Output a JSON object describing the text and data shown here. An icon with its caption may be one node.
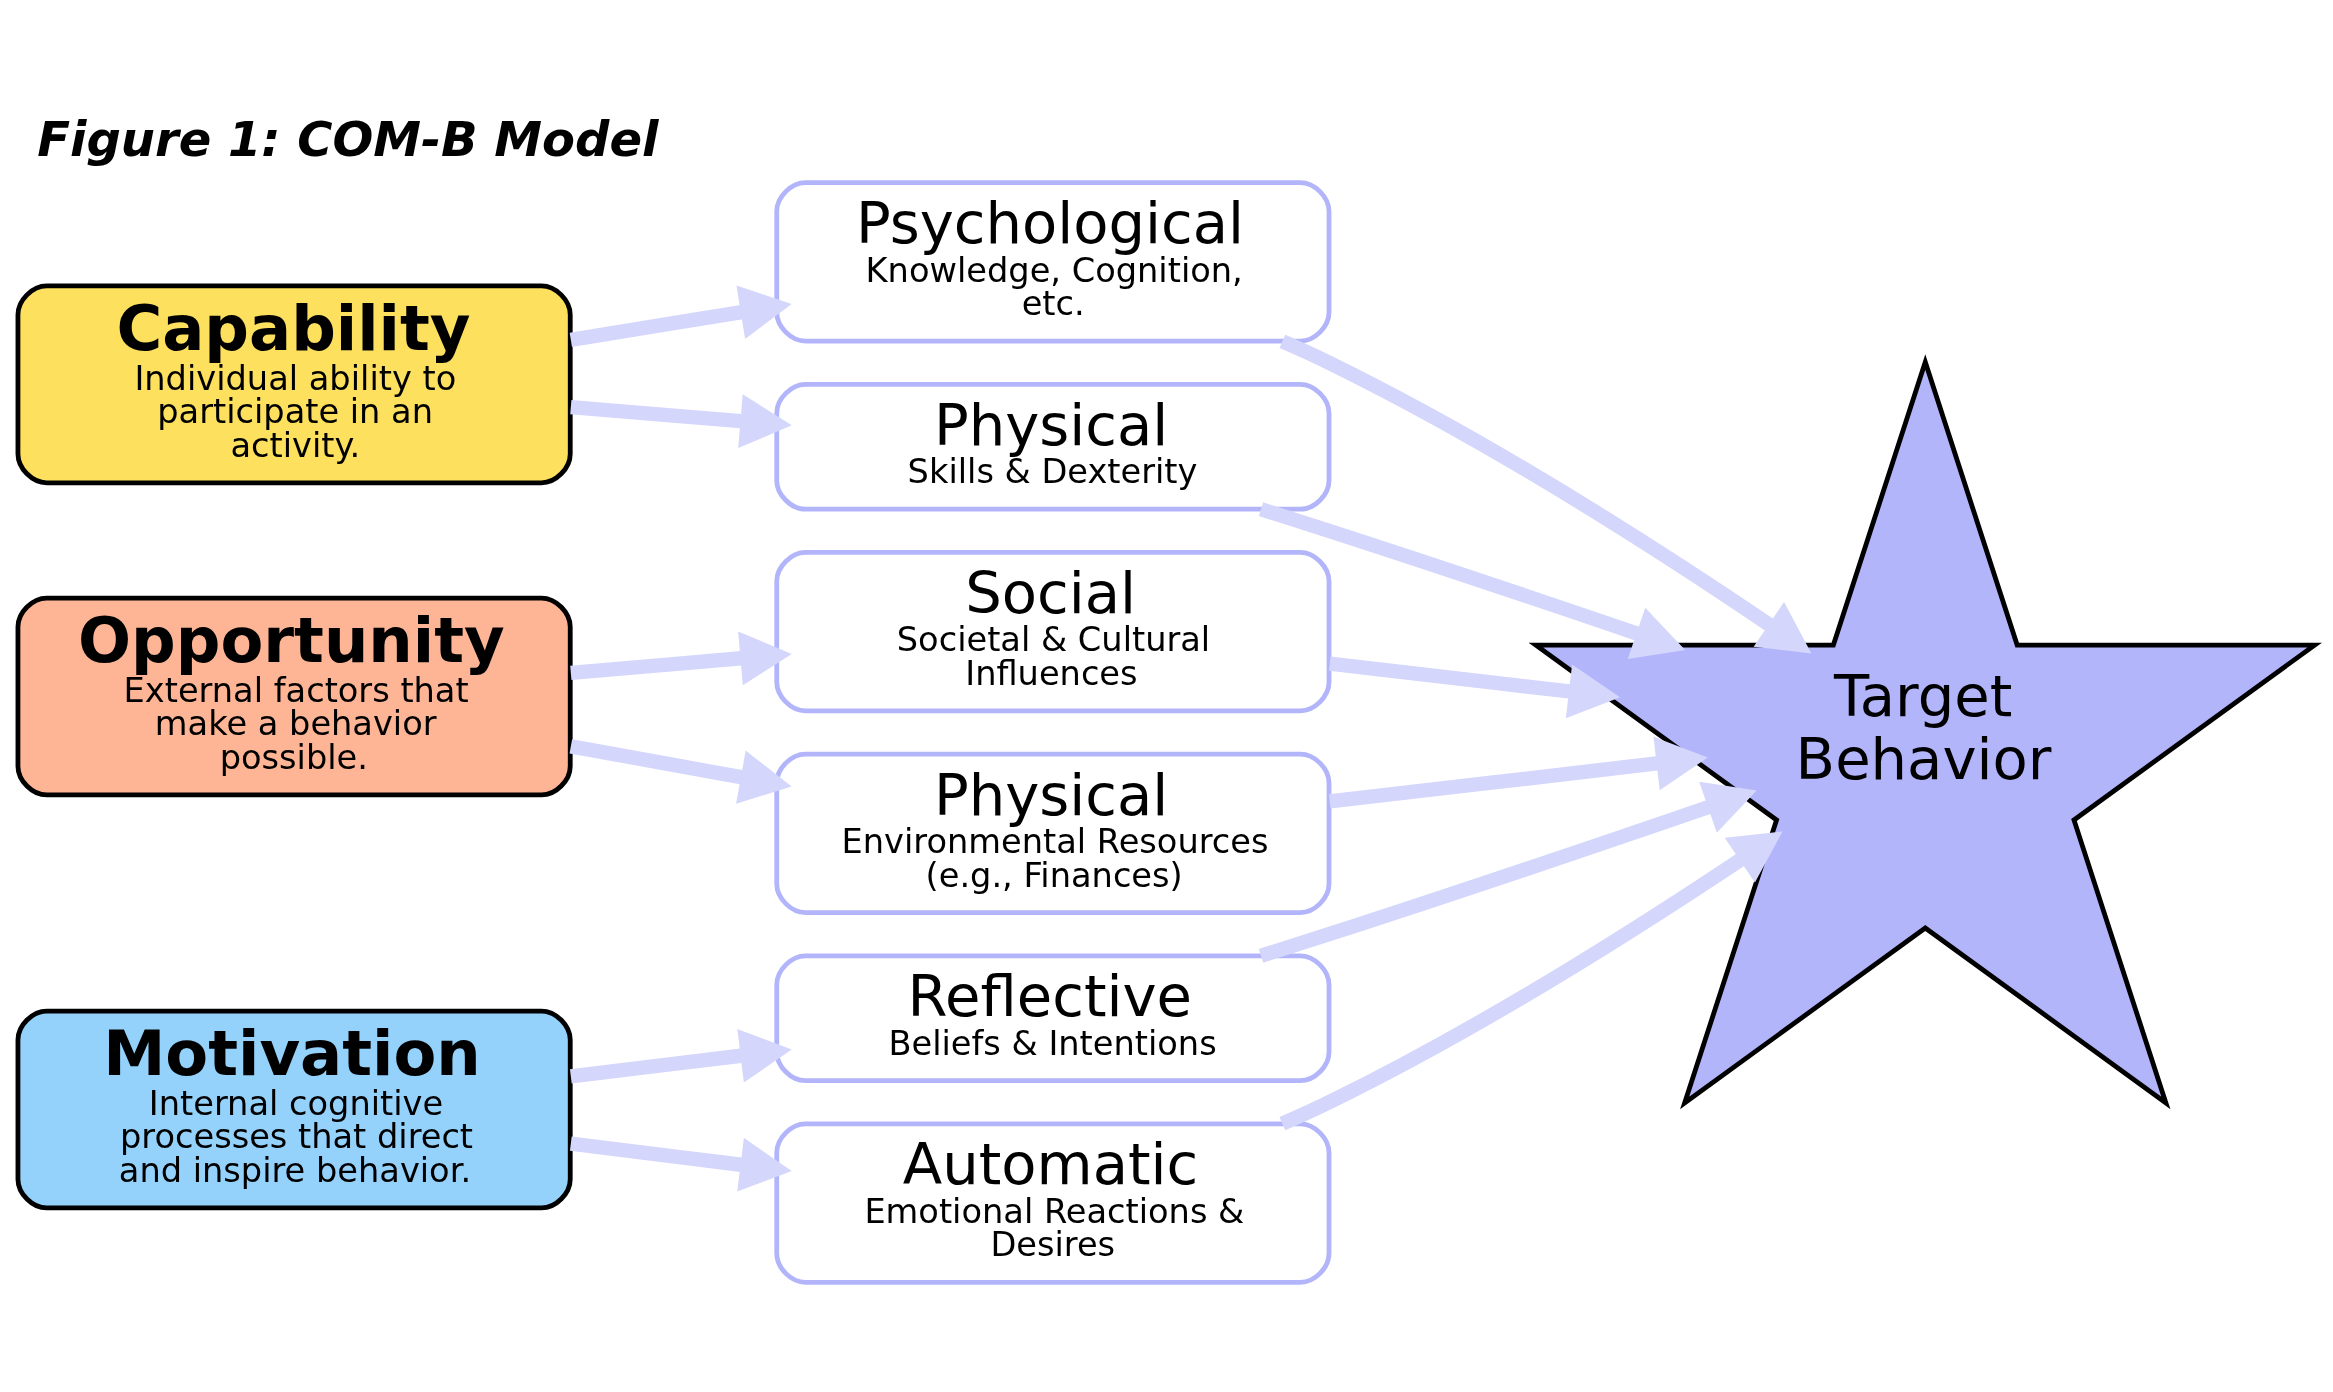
{
  "diagram": {
    "title": "Figure 1: COM-B Model",
    "nodes": [
      {
        "text": [
          "Capability",
          "Individual ability to participate in an activity."
        ]
      },
      {
        "text": [
          "Opportunity",
          "External factors that make a behavior possible."
        ]
      },
      {
        "text": [
          "Motivation",
          "Internal cognitive processes that direct and inspire behavior."
        ]
      },
      {
        "text": [
          "Psychological",
          "Knowledge, Cognition, etc."
        ]
      },
      {
        "text": [
          "Physical",
          "Skills & Dexterity"
        ]
      },
      {
        "text": [
          "Social",
          "Societal & Cultural Influences"
        ]
      },
      {
        "text": [
          "Physical",
          "Environmental Resources (e.g., Finances)"
        ]
      },
      {
        "text": [
          "Reflective",
          "Beliefs & Intentions"
        ]
      },
      {
        "text": [
          "Automatic",
          "Emotional Reactions & Desires"
        ]
      },
      {
        "text": [
          "Target Behavior"
        ]
      }
    ],
    "edges": [
      {
        "from": 0,
        "to": 3,
        "arrow": "to"
      },
      {
        "from": 0,
        "to": 4,
        "arrow": "to"
      },
      {
        "from": 1,
        "to": 5,
        "arrow": "to"
      },
      {
        "from": 1,
        "to": 6,
        "arrow": "to"
      },
      {
        "from": 2,
        "to": 7,
        "arrow": "to"
      },
      {
        "from": 2,
        "to": 8,
        "arrow": "to"
      },
      {
        "from": 3,
        "to": 9,
        "arrow": "to"
      },
      {
        "from": 4,
        "to": 9,
        "arrow": "to"
      },
      {
        "from": 5,
        "to": 9,
        "arrow": "to"
      },
      {
        "from": 6,
        "to": 9,
        "arrow": "to"
      },
      {
        "from": 7,
        "to": 9,
        "arrow": "to"
      },
      {
        "from": 8,
        "to": 9,
        "arrow": "to"
      }
    ]
  }
}
